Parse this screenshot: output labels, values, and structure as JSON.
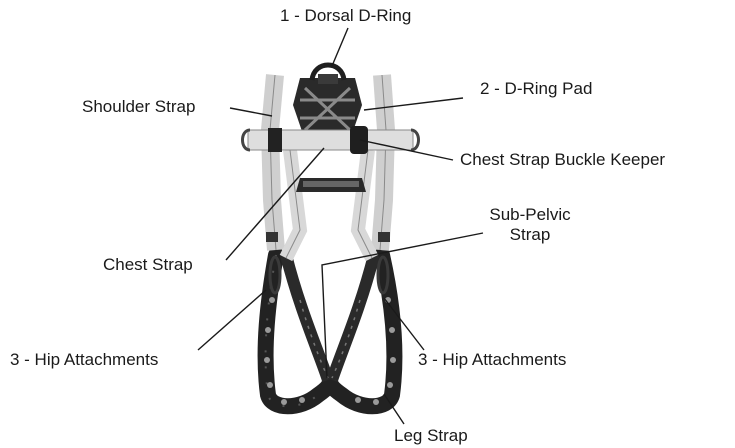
{
  "labels": {
    "dorsal_d_ring": "1 - Dorsal D-Ring",
    "d_ring_pad": "2 - D-Ring Pad",
    "shoulder_strap": "Shoulder Strap",
    "chest_strap_buckle_keeper": "Chest Strap Buckle Keeper",
    "sub_pelvic_strap_line1": "Sub-Pelvic",
    "sub_pelvic_strap_line2": "Strap",
    "chest_strap": "Chest Strap",
    "hip_attachments_left": "3 - Hip Attachments",
    "hip_attachments_right": "3 - Hip Attachments",
    "leg_strap": "Leg Strap"
  }
}
